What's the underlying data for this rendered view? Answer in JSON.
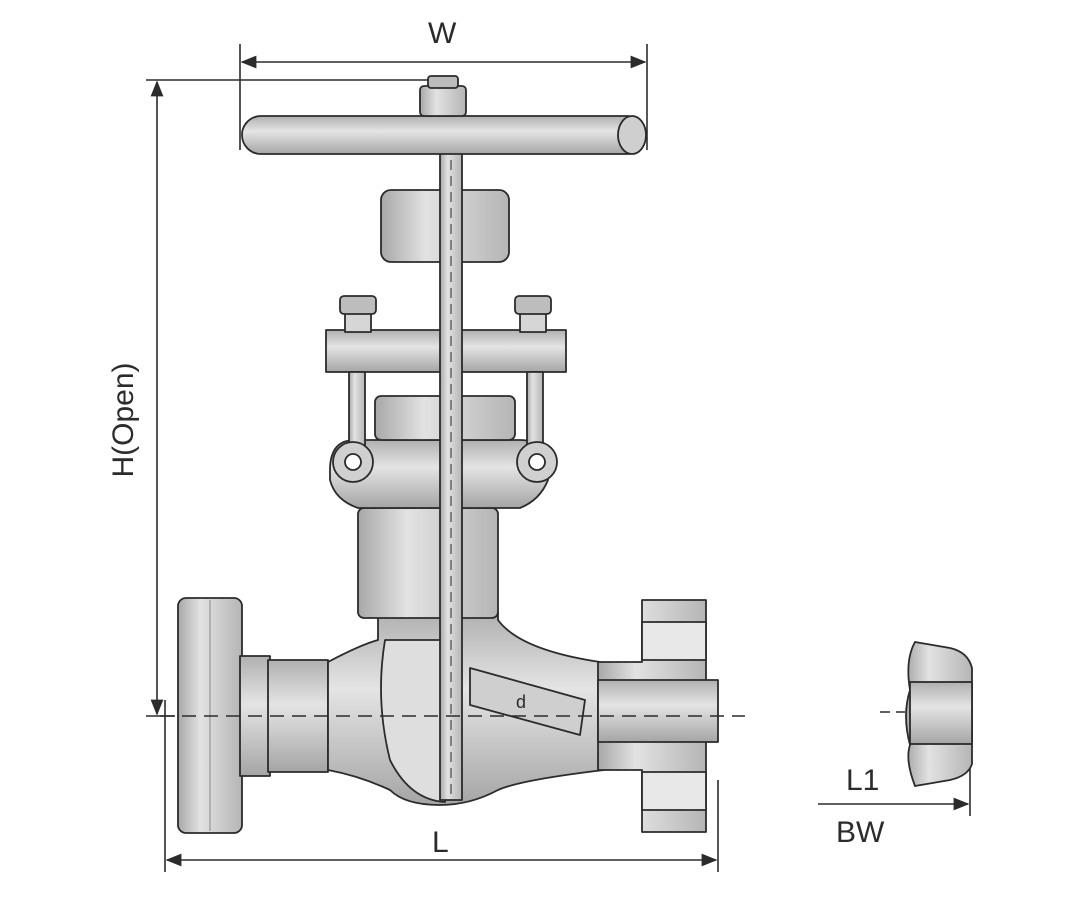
{
  "labels": {
    "width": "W",
    "height_open": "H(Open)",
    "length": "L",
    "end_length": "L1",
    "end_type": "BW",
    "bore": "d"
  },
  "colors": {
    "line": "#2b2b2b",
    "metal": "#cfcfcf",
    "metal_light": "#e6e6e6",
    "metal_dark": "#9a9a9a",
    "background": "#ffffff"
  }
}
